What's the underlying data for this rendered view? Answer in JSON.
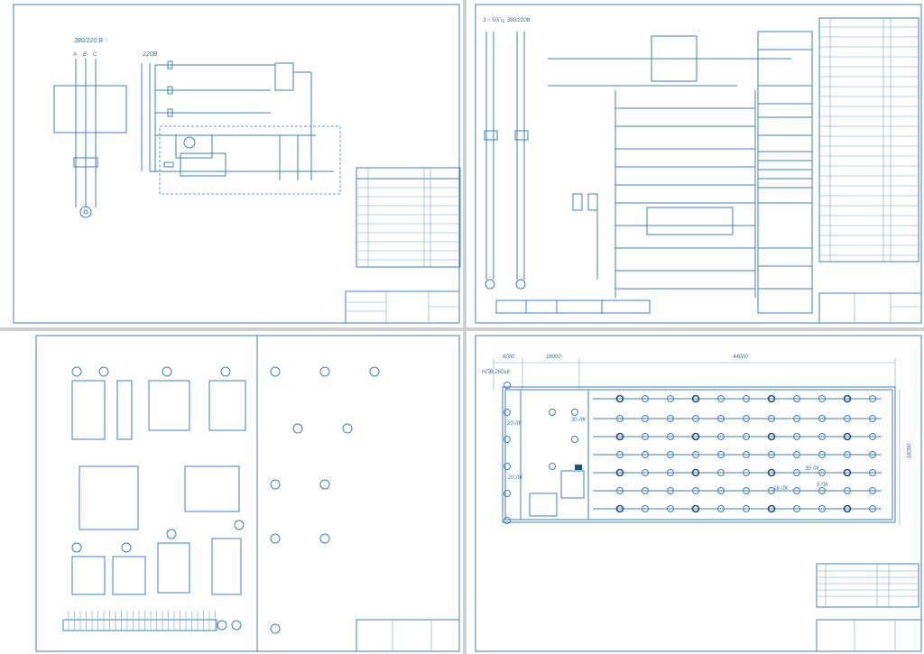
{
  "sheet1": {
    "supply_label": "380/220 В",
    "phases": [
      "A",
      "B",
      "C"
    ],
    "control_voltage": "220В"
  },
  "sheet2": {
    "supply_label": "3 ~ 50Гц, 380/220В"
  },
  "sheet4": {
    "dimensions": [
      "6000",
      "18000",
      "44000",
      "18000"
    ],
    "cable_label": "НПВ 260х8",
    "zone_labels": [
      "20 ЛК",
      "30 ЛК",
      "20 ЛК",
      "30 ЛК",
      "5 ЛК",
      "18 ЛК"
    ]
  },
  "colors": {
    "line": "#3b7fc4",
    "background": "#cfcfcf",
    "sheet": "#ffffff"
  }
}
